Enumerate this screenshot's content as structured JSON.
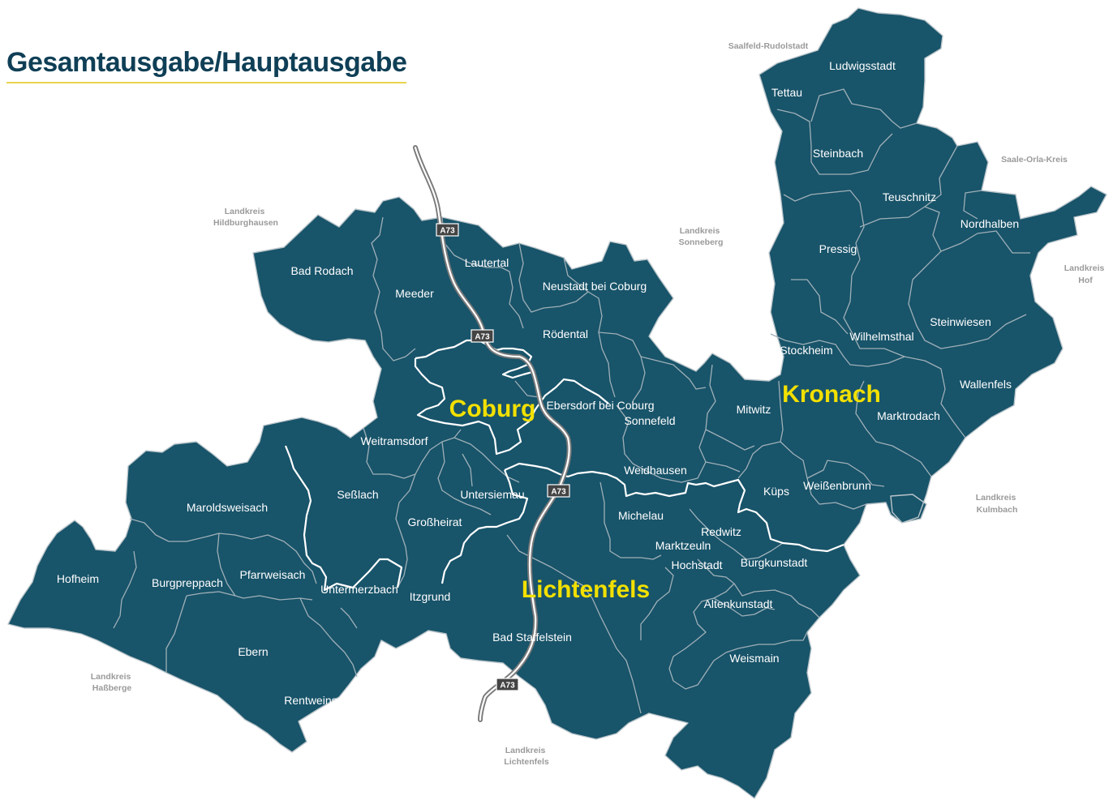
{
  "title": "Gesamtausgabe/Hauptausgabe",
  "colors": {
    "region_fill": "#18546a",
    "district_label": "#f2e000",
    "title": "#0f3f56",
    "title_underline": "#e8d44d",
    "neighbor_label": "#9a9a9a"
  },
  "road": "A73",
  "districts": [
    "Coburg",
    "Kronach",
    "Lichtenfels"
  ],
  "neighbors": [
    [
      "Landkreis",
      "Hildburghausen"
    ],
    [
      "Landkreis",
      "Sonneberg"
    ],
    [
      "Saalfeld-Rudolstadt"
    ],
    [
      "Saale-Orla-Kreis"
    ],
    [
      "Landkreis",
      "Hof"
    ],
    [
      "Landkreis",
      "Kulmbach"
    ],
    [
      "Landkreis",
      "Haßberge"
    ],
    [
      "Landkreis",
      "Lichtenfels"
    ]
  ],
  "municipalities": [
    "Ludwigsstadt",
    "Tettau",
    "Steinbach",
    "Teuschnitz",
    "Nordhalben",
    "Pressig",
    "Steinwiesen",
    "Stockheim",
    "Wilhelmsthal",
    "Wallenfels",
    "Marktrodach",
    "Mitwitz",
    "Küps",
    "Weißenbrunn",
    "Bad Rodach",
    "Meeder",
    "Lautertal",
    "Neustadt bei  Coburg",
    "Rödental",
    "Ebersdorf bei Coburg",
    "Sonnefeld",
    "Weitramsdorf",
    "Weidhausen",
    "Seßlach",
    "Untersiemau",
    "Großheirat",
    "Michelau",
    "Redwitz",
    "Marktzeuln",
    "Hochstadt",
    "Burgkunstadt",
    "Maroldsweisach",
    "Hofheim",
    "Burgpreppach",
    "Pfarrweisach",
    "Untermerzbach",
    "Itzgrund",
    "Ebern",
    "Rentweinsdorf",
    "Bad Staffelstein",
    "Altenkunstadt",
    "Weismain"
  ]
}
